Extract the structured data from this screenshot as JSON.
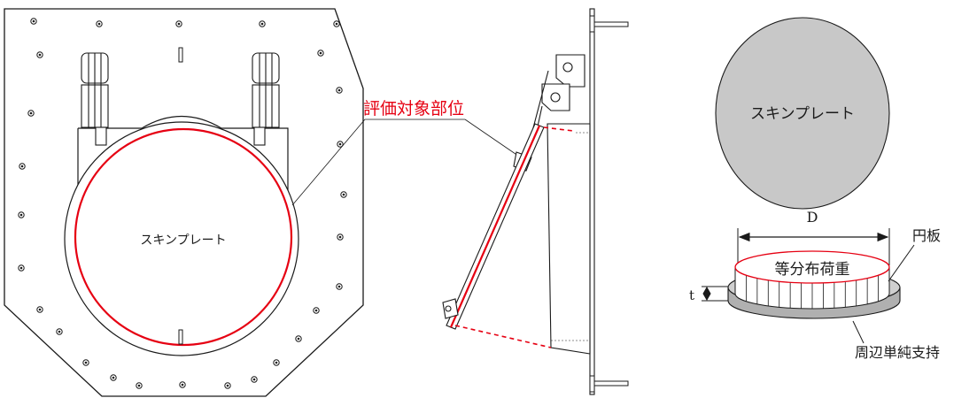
{
  "labels": {
    "evaluation_target": "評価対象部位",
    "skin_plate_front": "スキンプレート",
    "skin_plate_top": "スキンプレート",
    "dimension_d": "D",
    "disc": "円板",
    "uniform_load": "等分布荷重",
    "thickness_t": "t",
    "simple_support": "周辺単純支持"
  },
  "colors": {
    "line": "#1a1a1a",
    "highlight": "#e60012",
    "plate_fill": "#c8c8c8",
    "disc_fill": "#b0b0b0"
  }
}
